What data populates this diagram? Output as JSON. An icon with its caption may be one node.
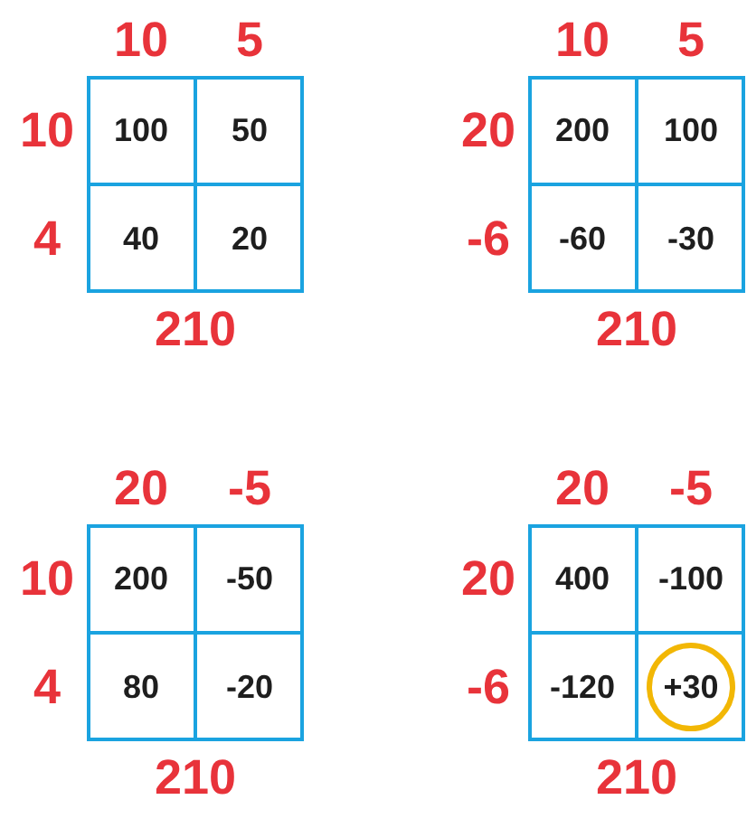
{
  "diagram": {
    "labels": [
      "10",
      "5",
      "10",
      "100",
      "50",
      "4",
      "40",
      "20",
      "210",
      "10",
      "5",
      "20",
      "200",
      "100",
      "-6",
      "-60",
      "-30",
      "210",
      "20",
      "-5",
      "10",
      "200",
      "-50",
      "4",
      "80",
      "-20",
      "210",
      "20",
      "-5",
      "20",
      "400",
      "-100",
      "-6",
      "-120",
      "+30",
      "210"
    ]
  }
}
